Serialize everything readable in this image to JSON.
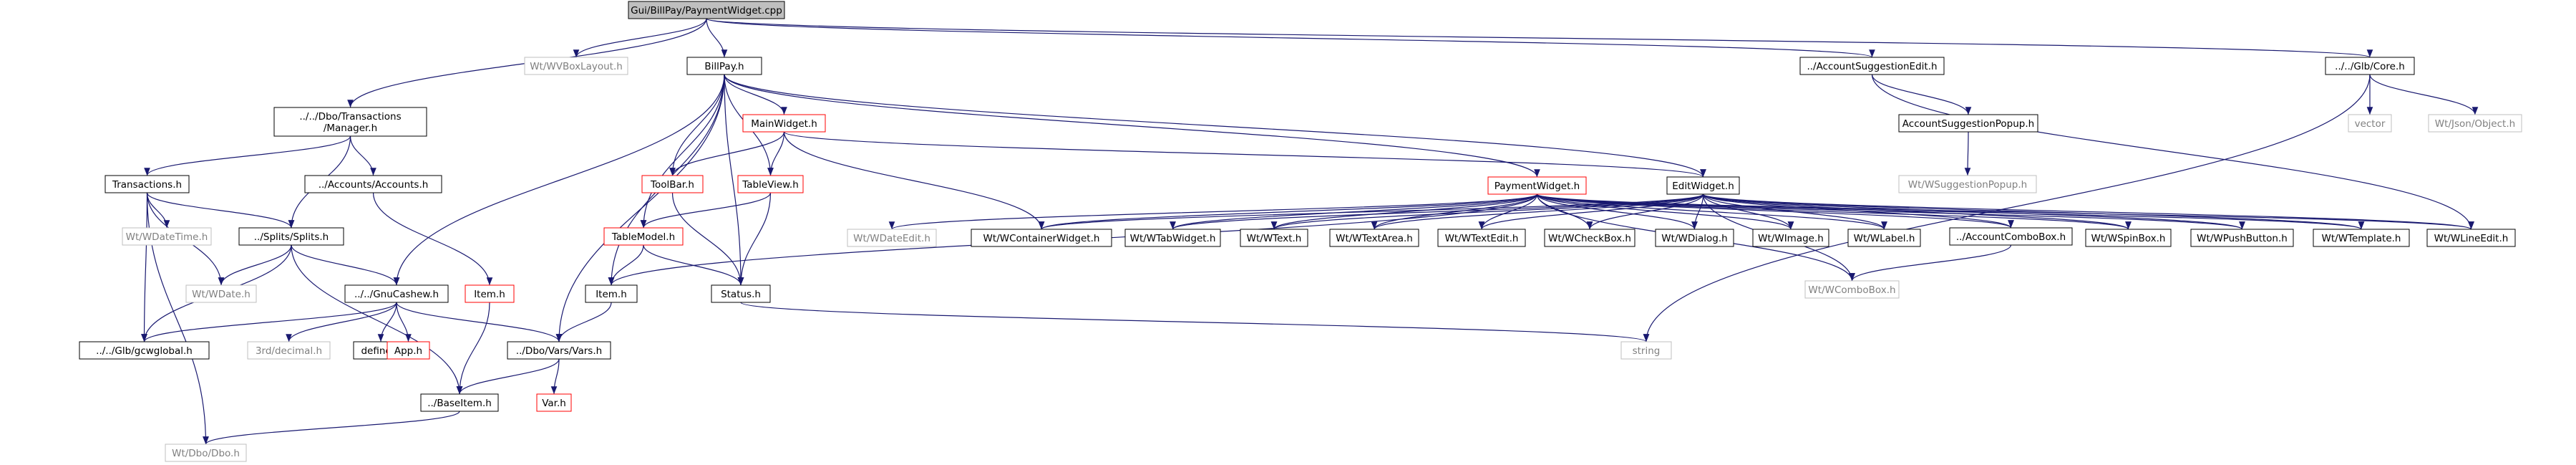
{
  "colors": {
    "background": "#ffffff",
    "edge": "#191970",
    "node_fill": "#ffffff",
    "root_fill": "#bfbfbf",
    "border_default": "#000000",
    "border_external": "#bfbfbf",
    "border_unresolved": "#ff0000",
    "text_default": "#000000",
    "text_external": "#808080"
  },
  "nodes": [
    {
      "id": "root",
      "label": "Gui/BillPay/PaymentWidget.cpp",
      "kind": "root"
    },
    {
      "id": "wvbox",
      "label": "Wt/WVBoxLayout.h",
      "kind": "external"
    },
    {
      "id": "billpay",
      "label": "BillPay.h",
      "kind": "normal"
    },
    {
      "id": "ase",
      "label": "../AccountSuggestionEdit.h",
      "kind": "normal"
    },
    {
      "id": "glbcore",
      "label": "../../Glb/Core.h",
      "kind": "normal"
    },
    {
      "id": "dbotm",
      "label": "../../Dbo/Transactions\n/Manager.h",
      "kind": "normal"
    },
    {
      "id": "mainwidget",
      "label": "MainWidget.h",
      "kind": "unresolved"
    },
    {
      "id": "asp",
      "label": "AccountSuggestionPopup.h",
      "kind": "normal"
    },
    {
      "id": "vector",
      "label": "vector",
      "kind": "external"
    },
    {
      "id": "wtjson",
      "label": "Wt/Json/Object.h",
      "kind": "external"
    },
    {
      "id": "transactions",
      "label": "Transactions.h",
      "kind": "normal"
    },
    {
      "id": "accounts",
      "label": "../Accounts/Accounts.h",
      "kind": "normal"
    },
    {
      "id": "toolbar",
      "label": "ToolBar.h",
      "kind": "unresolved"
    },
    {
      "id": "tableview",
      "label": "TableView.h",
      "kind": "unresolved"
    },
    {
      "id": "paymentwidget",
      "label": "PaymentWidget.h",
      "kind": "unresolved"
    },
    {
      "id": "editwidget",
      "label": "EditWidget.h",
      "kind": "normal"
    },
    {
      "id": "wsuggestion",
      "label": "Wt/WSuggestionPopup.h",
      "kind": "external"
    },
    {
      "id": "wdatetime",
      "label": "Wt/WDateTime.h",
      "kind": "external"
    },
    {
      "id": "splits",
      "label": "../Splits/Splits.h",
      "kind": "normal"
    },
    {
      "id": "tablemodel",
      "label": "TableModel.h",
      "kind": "unresolved"
    },
    {
      "id": "wdateedit",
      "label": "Wt/WDateEdit.h",
      "kind": "external"
    },
    {
      "id": "wcontainer",
      "label": "Wt/WContainerWidget.h",
      "kind": "normal"
    },
    {
      "id": "wtabwidget",
      "label": "Wt/WTabWidget.h",
      "kind": "normal"
    },
    {
      "id": "wtext",
      "label": "Wt/WText.h",
      "kind": "normal"
    },
    {
      "id": "wtextarea",
      "label": "Wt/WTextArea.h",
      "kind": "normal"
    },
    {
      "id": "wtextedit",
      "label": "Wt/WTextEdit.h",
      "kind": "normal"
    },
    {
      "id": "wcheckbox",
      "label": "Wt/WCheckBox.h",
      "kind": "normal"
    },
    {
      "id": "wdialog",
      "label": "Wt/WDialog.h",
      "kind": "normal"
    },
    {
      "id": "wimage",
      "label": "Wt/WImage.h",
      "kind": "normal"
    },
    {
      "id": "wlabel",
      "label": "Wt/WLabel.h",
      "kind": "normal"
    },
    {
      "id": "acb",
      "label": "../AccountComboBox.h",
      "kind": "normal"
    },
    {
      "id": "wspinbox",
      "label": "Wt/WSpinBox.h",
      "kind": "normal"
    },
    {
      "id": "wpushbutton",
      "label": "Wt/WPushButton.h",
      "kind": "normal"
    },
    {
      "id": "wtemplate",
      "label": "Wt/WTemplate.h",
      "kind": "normal"
    },
    {
      "id": "wlineedit",
      "label": "Wt/WLineEdit.h",
      "kind": "normal"
    },
    {
      "id": "wdate",
      "label": "Wt/WDate.h",
      "kind": "external"
    },
    {
      "id": "gnucashew",
      "label": "../../GnuCashew.h",
      "kind": "normal"
    },
    {
      "id": "itemunres",
      "label": "Item.h",
      "kind": "unresolved"
    },
    {
      "id": "item",
      "label": "Item.h",
      "kind": "normal"
    },
    {
      "id": "status",
      "label": "Status.h",
      "kind": "normal"
    },
    {
      "id": "wcombobox",
      "label": "Wt/WComboBox.h",
      "kind": "external"
    },
    {
      "id": "gcwglobal",
      "label": "../../Glb/gcwglobal.h",
      "kind": "normal"
    },
    {
      "id": "decimal",
      "label": "3rd/decimal.h",
      "kind": "external"
    },
    {
      "id": "define",
      "label": "define.h",
      "kind": "normal"
    },
    {
      "id": "app",
      "label": "App.h",
      "kind": "unresolved"
    },
    {
      "id": "vars",
      "label": "../Dbo/Vars/Vars.h",
      "kind": "normal"
    },
    {
      "id": "string",
      "label": "string",
      "kind": "external"
    },
    {
      "id": "var",
      "label": "Var.h",
      "kind": "unresolved"
    },
    {
      "id": "baseitem",
      "label": "../BaseItem.h",
      "kind": "normal"
    },
    {
      "id": "wtdbo",
      "label": "Wt/Dbo/Dbo.h",
      "kind": "external"
    }
  ],
  "edges": [
    [
      "root",
      "wvbox"
    ],
    [
      "root",
      "billpay"
    ],
    [
      "root",
      "ase"
    ],
    [
      "root",
      "glbcore"
    ],
    [
      "root",
      "dbotm"
    ],
    [
      "billpay",
      "mainwidget"
    ],
    [
      "billpay",
      "toolbar"
    ],
    [
      "billpay",
      "tableview"
    ],
    [
      "billpay",
      "paymentwidget"
    ],
    [
      "billpay",
      "editwidget"
    ],
    [
      "billpay",
      "tablemodel"
    ],
    [
      "billpay",
      "item"
    ],
    [
      "billpay",
      "status"
    ],
    [
      "billpay",
      "gnucashew"
    ],
    [
      "billpay",
      "vars"
    ],
    [
      "ase",
      "asp"
    ],
    [
      "ase",
      "wlineedit"
    ],
    [
      "asp",
      "wsuggestion"
    ],
    [
      "glbcore",
      "vector"
    ],
    [
      "glbcore",
      "wtjson"
    ],
    [
      "glbcore",
      "string"
    ],
    [
      "dbotm",
      "transactions"
    ],
    [
      "dbotm",
      "accounts"
    ],
    [
      "dbotm",
      "splits"
    ],
    [
      "transactions",
      "splits"
    ],
    [
      "transactions",
      "wdatetime"
    ],
    [
      "transactions",
      "wdate"
    ],
    [
      "transactions",
      "gcwglobal"
    ],
    [
      "transactions",
      "wtdbo"
    ],
    [
      "accounts",
      "itemunres"
    ],
    [
      "itemunres",
      "baseitem"
    ],
    [
      "splits",
      "wdate"
    ],
    [
      "splits",
      "gnucashew"
    ],
    [
      "splits",
      "gcwglobal"
    ],
    [
      "splits",
      "baseitem"
    ],
    [
      "mainwidget",
      "toolbar"
    ],
    [
      "mainwidget",
      "tableview"
    ],
    [
      "mainwidget",
      "editwidget"
    ],
    [
      "mainwidget",
      "wcontainer"
    ],
    [
      "toolbar",
      "status"
    ],
    [
      "tableview",
      "tablemodel"
    ],
    [
      "tableview",
      "status"
    ],
    [
      "tablemodel",
      "item"
    ],
    [
      "tablemodel",
      "status"
    ],
    [
      "paymentwidget",
      "wdateedit"
    ],
    [
      "paymentwidget",
      "wcontainer"
    ],
    [
      "paymentwidget",
      "wtabwidget"
    ],
    [
      "paymentwidget",
      "wtext"
    ],
    [
      "paymentwidget",
      "wtextarea"
    ],
    [
      "paymentwidget",
      "wtextedit"
    ],
    [
      "paymentwidget",
      "wcheckbox"
    ],
    [
      "paymentwidget",
      "wdialog"
    ],
    [
      "paymentwidget",
      "wimage"
    ],
    [
      "paymentwidget",
      "wlabel"
    ],
    [
      "paymentwidget",
      "acb"
    ],
    [
      "paymentwidget",
      "wspinbox"
    ],
    [
      "paymentwidget",
      "wpushbutton"
    ],
    [
      "paymentwidget",
      "wtemplate"
    ],
    [
      "paymentwidget",
      "wlineedit"
    ],
    [
      "paymentwidget",
      "wcombobox"
    ],
    [
      "paymentwidget",
      "item"
    ],
    [
      "editwidget",
      "wcontainer"
    ],
    [
      "editwidget",
      "wtabwidget"
    ],
    [
      "editwidget",
      "wtext"
    ],
    [
      "editwidget",
      "wtextarea"
    ],
    [
      "editwidget",
      "wtextedit"
    ],
    [
      "editwidget",
      "wcheckbox"
    ],
    [
      "editwidget",
      "wdialog"
    ],
    [
      "editwidget",
      "wimage"
    ],
    [
      "editwidget",
      "wlabel"
    ],
    [
      "editwidget",
      "acb"
    ],
    [
      "editwidget",
      "wspinbox"
    ],
    [
      "editwidget",
      "wpushbutton"
    ],
    [
      "editwidget",
      "wtemplate"
    ],
    [
      "editwidget",
      "wlineedit"
    ],
    [
      "editwidget",
      "wcombobox"
    ],
    [
      "acb",
      "wcombobox"
    ],
    [
      "gnucashew",
      "gcwglobal"
    ],
    [
      "gnucashew",
      "decimal"
    ],
    [
      "gnucashew",
      "define"
    ],
    [
      "gnucashew",
      "app"
    ],
    [
      "gnucashew",
      "vars"
    ],
    [
      "item",
      "vars"
    ],
    [
      "status",
      "string"
    ],
    [
      "vars",
      "var"
    ],
    [
      "vars",
      "baseitem"
    ],
    [
      "baseitem",
      "wtdbo"
    ]
  ]
}
